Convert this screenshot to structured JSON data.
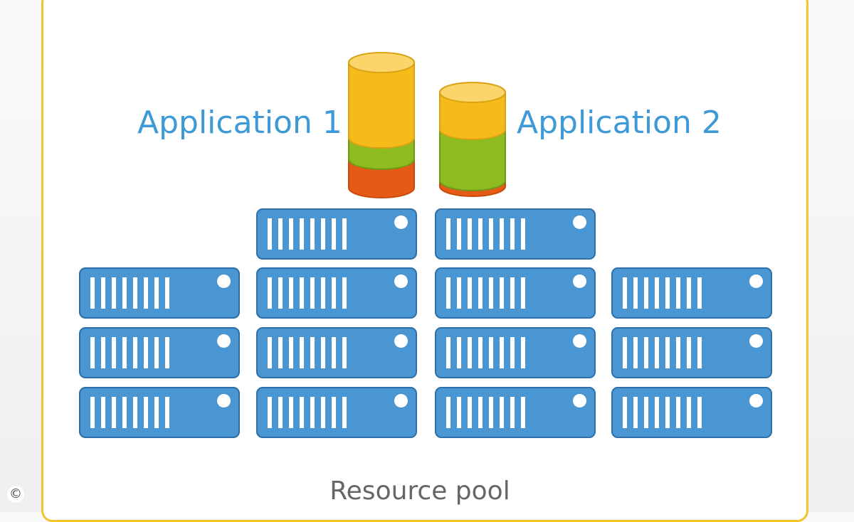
{
  "labels": {
    "app1": "Application 1",
    "app2": "Application 2",
    "pool": "Resource pool",
    "copyright": "©"
  },
  "colors": {
    "frame": "#f3c42a",
    "server": "#4a96d2",
    "label": "#3e9ad6",
    "cylinder_yellow": "#f6bb1a",
    "cylinder_green": "#8ebb1f",
    "cylinder_orange": "#e45b15"
  },
  "servers": {
    "columns": [
      3,
      4,
      4,
      3
    ]
  }
}
